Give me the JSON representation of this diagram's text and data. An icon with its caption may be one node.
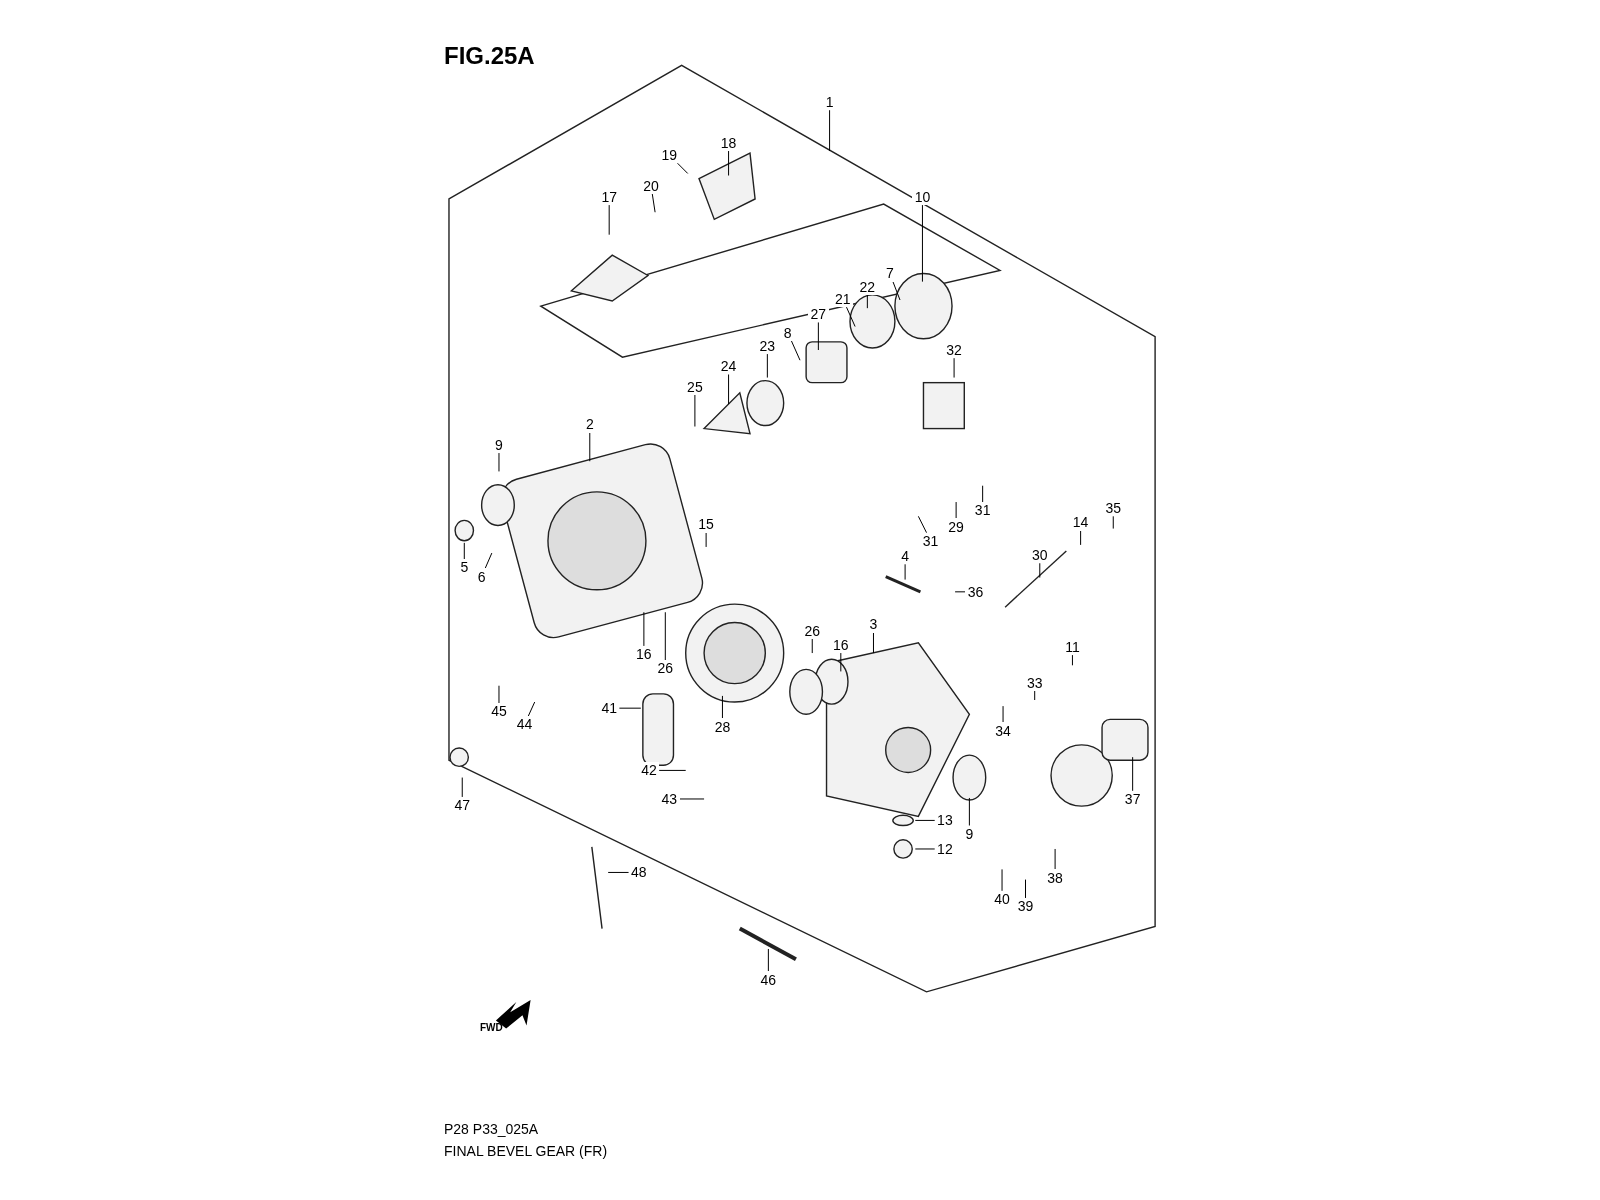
{
  "diagram": {
    "title": "FIG.25A",
    "caption": "FINAL BEVEL GEAR (FR)",
    "nodes": [
      {
        "text": [
          "1"
        ]
      },
      {
        "text": [
          "19"
        ]
      },
      {
        "text": [
          "18"
        ]
      },
      {
        "text": [
          "20"
        ]
      },
      {
        "text": [
          "17"
        ]
      },
      {
        "text": [
          "10"
        ]
      },
      {
        "text": [
          "7"
        ]
      },
      {
        "text": [
          "22"
        ]
      },
      {
        "text": [
          "21"
        ]
      },
      {
        "text": [
          "27"
        ]
      },
      {
        "text": [
          "8"
        ]
      },
      {
        "text": [
          "23"
        ]
      },
      {
        "text": [
          "24"
        ]
      },
      {
        "text": [
          "25"
        ]
      },
      {
        "text": [
          "32"
        ]
      },
      {
        "text": [
          "2"
        ]
      },
      {
        "text": [
          "9"
        ]
      },
      {
        "text": [
          "15"
        ]
      },
      {
        "text": [
          "5"
        ]
      },
      {
        "text": [
          "6"
        ]
      },
      {
        "text": [
          "14"
        ]
      },
      {
        "text": [
          "35"
        ]
      },
      {
        "text": [
          "31"
        ]
      },
      {
        "text": [
          "29"
        ]
      },
      {
        "text": [
          "31"
        ]
      },
      {
        "text": [
          "4"
        ]
      },
      {
        "text": [
          "30"
        ]
      },
      {
        "text": [
          "36"
        ]
      },
      {
        "text": [
          "16"
        ]
      },
      {
        "text": [
          "26"
        ]
      },
      {
        "text": [
          "26"
        ]
      },
      {
        "text": [
          "16"
        ]
      },
      {
        "text": [
          "3"
        ]
      },
      {
        "text": [
          "11"
        ]
      },
      {
        "text": [
          "28"
        ]
      },
      {
        "text": [
          "41"
        ]
      },
      {
        "text": [
          "33"
        ]
      },
      {
        "text": [
          "34"
        ]
      },
      {
        "text": [
          "45"
        ]
      },
      {
        "text": [
          "44"
        ]
      },
      {
        "text": [
          "37"
        ]
      },
      {
        "text": [
          "42"
        ]
      },
      {
        "text": [
          "43"
        ]
      },
      {
        "text": [
          "47"
        ]
      },
      {
        "text": [
          "13"
        ]
      },
      {
        "text": [
          "12"
        ]
      },
      {
        "text": [
          "9"
        ]
      },
      {
        "text": [
          "38"
        ]
      },
      {
        "text": [
          "40"
        ]
      },
      {
        "text": [
          "39"
        ]
      },
      {
        "text": [
          "48"
        ]
      },
      {
        "text": [
          "46"
        ]
      }
    ],
    "edges": [
      {
        "from": 0,
        "to": null,
        "arrow": "none"
      },
      {
        "from": 1,
        "to": null,
        "arrow": "none"
      },
      {
        "from": 2,
        "to": null,
        "arrow": "none"
      },
      {
        "from": 3,
        "to": null,
        "arrow": "none"
      },
      {
        "from": 4,
        "to": null,
        "arrow": "none"
      },
      {
        "from": 5,
        "to": null,
        "arrow": "none"
      },
      {
        "from": 6,
        "to": null,
        "arrow": "none"
      },
      {
        "from": 7,
        "to": null,
        "arrow": "none"
      },
      {
        "from": 8,
        "to": null,
        "arrow": "none"
      },
      {
        "from": 9,
        "to": null,
        "arrow": "none"
      },
      {
        "from": 10,
        "to": null,
        "arrow": "none"
      },
      {
        "from": 11,
        "to": null,
        "arrow": "none"
      },
      {
        "from": 12,
        "to": null,
        "arrow": "none"
      },
      {
        "from": 13,
        "to": null,
        "arrow": "none"
      },
      {
        "from": 14,
        "to": null,
        "arrow": "none"
      },
      {
        "from": 15,
        "to": null,
        "arrow": "none"
      },
      {
        "from": 16,
        "to": null,
        "arrow": "none"
      },
      {
        "from": 17,
        "to": null,
        "arrow": "none"
      },
      {
        "from": 18,
        "to": null,
        "arrow": "none"
      },
      {
        "from": 19,
        "to": null,
        "arrow": "none"
      },
      {
        "from": 20,
        "to": null,
        "arrow": "none"
      },
      {
        "from": 21,
        "to": null,
        "arrow": "none"
      },
      {
        "from": 22,
        "to": null,
        "arrow": "none"
      },
      {
        "from": 23,
        "to": null,
        "arrow": "none"
      },
      {
        "from": 24,
        "to": null,
        "arrow": "none"
      },
      {
        "from": 25,
        "to": null,
        "arrow": "none"
      },
      {
        "from": 26,
        "to": null,
        "arrow": "none"
      },
      {
        "from": 27,
        "to": null,
        "arrow": "none"
      },
      {
        "from": 28,
        "to": null,
        "arrow": "none"
      },
      {
        "from": 29,
        "to": null,
        "arrow": "none"
      },
      {
        "from": 30,
        "to": null,
        "arrow": "none"
      },
      {
        "from": 31,
        "to": null,
        "arrow": "none"
      },
      {
        "from": 32,
        "to": null,
        "arrow": "none"
      },
      {
        "from": 33,
        "to": null,
        "arrow": "none"
      },
      {
        "from": 34,
        "to": null,
        "arrow": "none"
      },
      {
        "from": 35,
        "to": null,
        "arrow": "none"
      },
      {
        "from": 36,
        "to": null,
        "arrow": "none"
      },
      {
        "from": 37,
        "to": null,
        "arrow": "none"
      },
      {
        "from": 38,
        "to": null,
        "arrow": "none"
      },
      {
        "from": 39,
        "to": null,
        "arrow": "none"
      },
      {
        "from": 40,
        "to": null,
        "arrow": "none"
      },
      {
        "from": 41,
        "to": null,
        "arrow": "none"
      },
      {
        "from": 42,
        "to": null,
        "arrow": "none"
      },
      {
        "from": 43,
        "to": null,
        "arrow": "none"
      },
      {
        "from": 44,
        "to": null,
        "arrow": "none"
      },
      {
        "from": 45,
        "to": null,
        "arrow": "none"
      },
      {
        "from": 46,
        "to": null,
        "arrow": "none"
      },
      {
        "from": 47,
        "to": null,
        "arrow": "none"
      },
      {
        "from": 48,
        "to": null,
        "arrow": "none"
      },
      {
        "from": 49,
        "to": null,
        "arrow": "none"
      },
      {
        "from": 50,
        "to": null,
        "arrow": "none"
      },
      {
        "from": 51,
        "to": null,
        "arrow": "none"
      }
    ],
    "labels": [
      "FWD",
      "P28 P33_025A"
    ]
  }
}
